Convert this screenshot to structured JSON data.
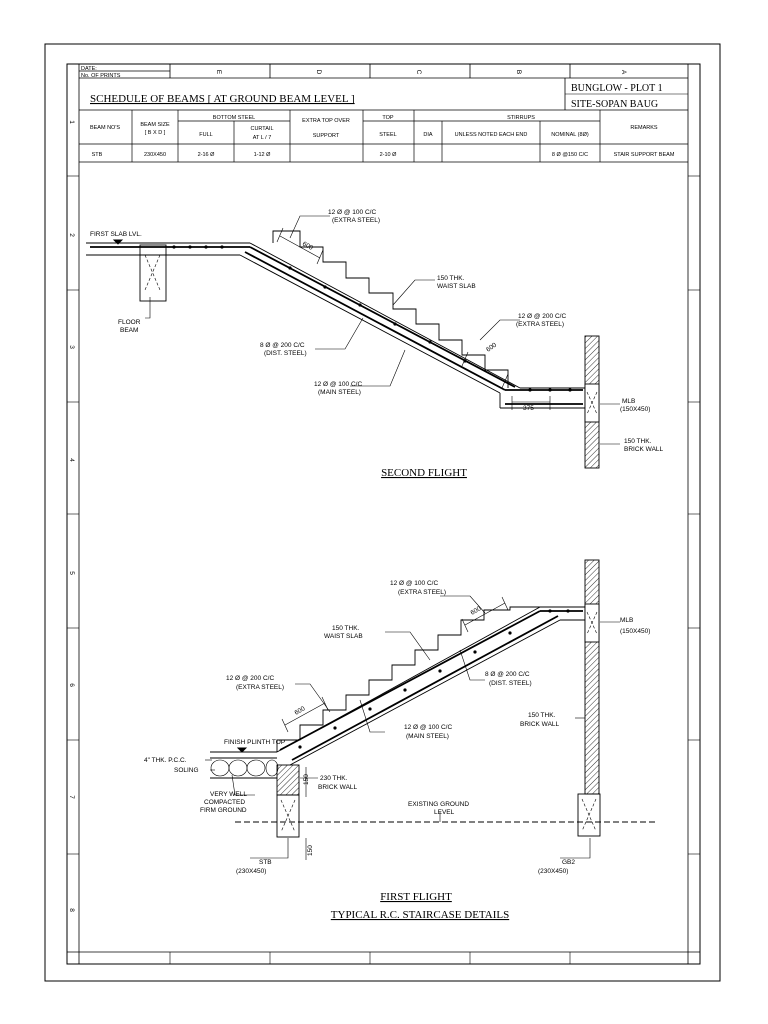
{
  "header": {
    "date_label": "DATE:",
    "prints_label": "No. OF PRINTS",
    "top_markers": [
      "E",
      "D",
      "C",
      "B",
      "A"
    ],
    "project_line1": "BUNGLOW - PLOT 1",
    "project_line2": "SITE-SOPAN BAUG",
    "schedule_title": "SCHEDULE OF BEAMS [ AT GROUND BEAM LEVEL ]"
  },
  "schedule_table": {
    "headers": {
      "beam_nos": "BEAM NO'S",
      "beam_size_1": "BEAM SIZE",
      "beam_size_2": "[ B X D ]",
      "bottom_steel": "BOTTOM STEEL",
      "full": "FULL",
      "curtail_1": "CURTAIL",
      "curtail_2": "AT L / 7",
      "extra_top_1": "EXTRA TOP OVER",
      "extra_top_2": "SUPPORT",
      "top_1": "TOP",
      "top_2": "STEEL",
      "stirrups": "STIRRUPS",
      "dia": "DIA",
      "unless": "UNLESS NOTED EACH END",
      "nominal": "NOMINAL (8Ø)",
      "remarks": "REMARKS"
    },
    "row": {
      "beam": "STB",
      "size": "230X450",
      "full": "2-16 Ø",
      "curtail": "1-12 Ø",
      "extra_top": "",
      "top_steel": "2-10 Ø",
      "dia": "",
      "unless": "",
      "nominal": "8 Ø @150 C/C",
      "remarks": "STAIR SUPPORT BEAM"
    }
  },
  "side_markers": [
    "1",
    "2",
    "3",
    "4",
    "5",
    "6",
    "7",
    "8"
  ],
  "second_flight": {
    "title": "SECOND FLIGHT",
    "first_slab": "FIRST SLAB LVL.",
    "floor_beam_1": "FLOOR",
    "floor_beam_2": "BEAM",
    "extra_top_1": "12 Ø @ 100 C/C",
    "extra_top_2": "(EXTRA STEEL)",
    "dim_top": "600",
    "waist_1": "150 THK.",
    "waist_2": "WAIST SLAB",
    "extra_bot_1": "12 Ø @ 200 C/C",
    "extra_bot_2": "(EXTRA STEEL)",
    "dim_bot": "600",
    "dist_1": "8 Ø @ 200 C/C",
    "dist_2": "(DIST. STEEL)",
    "main_1": "12 Ø @ 100 C/C",
    "main_2": "(MAIN STEEL)",
    "dim_375": "375",
    "mlb_1": "MLB",
    "mlb_2": "(150X450)",
    "wall_1": "150 THK.",
    "wall_2": "BRICK WALL"
  },
  "first_flight": {
    "title": "FIRST FLIGHT",
    "subtitle": "TYPICAL R.C. STAIRCASE DETAILS",
    "extra_top_1": "12 Ø @ 100 C/C",
    "extra_top_2": "(EXTRA STEEL)",
    "dim_top": "600",
    "waist_1": "150 THK.",
    "waist_2": "WAIST SLAB",
    "mlb_1": "MLB",
    "mlb_2": "(150X450)",
    "extra_bot_1": "12 Ø @ 200 C/C",
    "extra_bot_2": "(EXTRA STEEL)",
    "dist_1": "8 Ø @ 200 C/C",
    "dist_2": "(DIST. STEEL)",
    "dim_bot": "600",
    "main_1": "12 Ø @ 100 C/C",
    "main_2": "(MAIN STEEL)",
    "wall_right_1": "150 THK.",
    "wall_right_2": "BRICK WALL",
    "plinth": "FINISH PLINTH TOP",
    "pcc": "4\" THK. P.C.C.",
    "soling": "SOLING",
    "dim_150a": "150",
    "wall_left_1": "230 THK.",
    "wall_left_2": "BRICK WALL",
    "ground_1": "VERY WELL",
    "ground_2": "COMPACTED",
    "ground_3": "FIRM GROUND",
    "existing_1": "EXISTING GROUND",
    "existing_2": "LEVEL",
    "dim_150b": "150",
    "stb_1": "STB",
    "stb_2": "(230X450)",
    "gb2_1": "GB2",
    "gb2_2": "(230X450)"
  }
}
